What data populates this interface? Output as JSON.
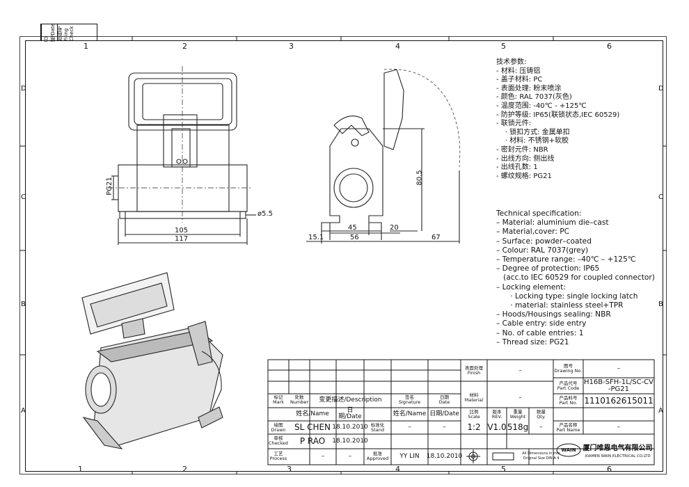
{
  "filing": {
    "date_label": "日期/Date",
    "filing_label": "存档号 Filing Check"
  },
  "grid_numbers": [
    "1",
    "2",
    "3",
    "4",
    "5",
    "6"
  ],
  "grid_letters": [
    "D",
    "C",
    "B",
    "A"
  ],
  "dims": {
    "pg21": "PG21",
    "d105": "105",
    "d117": "117",
    "d55": "ø5.5",
    "d45": "45",
    "d20": "20",
    "d151": "15.1",
    "d56": "56",
    "d67": "67",
    "d805": "80.5"
  },
  "spec_cn": "技术参数:\n- 材料: 压铸铝\n- 盖子材料: PC\n- 表面处理: 粉末喷涂\n- 颜色: RAL 7037(灰色)\n- 温度范围: -40℃ - +125℃\n- 防护等级: IP65(联锁状态,IEC 60529)\n- 联锁元件:\n    · 锁扣方式: 金属单扣\n    · 材料: 不锈钢+软胶\n- 密封元件: NBR\n- 出线方向: 侧出线\n- 出线孔数: 1\n- 螺纹规格: PG21",
  "spec_en": "Technical specification:\n– Material: aluminium die–cast\n– Material,cover: PC\n– Surface: powder–coated\n– Colour: RAL 7037(grey)\n– Temperature range: –40℃ – +125℃\n– Degree of protection: IP65\n   (acc.to IEC 60529 for coupled connector)\n– Locking element:\n      · Locking type: single locking latch\n      · material: stainless steel+TPR\n– Hoods/Housings sealing: NBR\n– Cable entry: side entry\n– No. of cable entries: 1\n– Thread size: PG21",
  "title_block": {
    "mark": "标记\nMark",
    "number": "处数\nNumber",
    "description": "变更描述/Description",
    "signature": "签名\nSignature",
    "date": "日期\nDate",
    "name_h": "姓名/Name",
    "date_h": "日期/Date",
    "sign_name_h": "姓名/Name",
    "sign_date_h": "日期/Date",
    "drawn": "绘图\nDrawn",
    "drawn_name": "SL CHEN",
    "drawn_date": "18.10.2010",
    "stand": "标准化\nStand",
    "stand_name": "–",
    "stand_date": "–",
    "checked": "审核\nChecked",
    "checked_name": "P RAO",
    "checked_date": "18.10.2010",
    "process": "工艺\nProcess",
    "process_name": "–",
    "process_date": "–",
    "approved": "批准\nApproved",
    "approved_name": "YY LIN",
    "approved_date": "18.10.2010",
    "finish_label": "表面处理\nFinish",
    "finish_val": "–",
    "material_label": "材料\nMaterial",
    "material_val": "–",
    "scale_label": "比例\nScale",
    "rev_label": "版本\nREV.",
    "weight_label": "重量\nWeight",
    "qty_label": "数量\nQty.",
    "scale_val": "1:2",
    "rev_val": "V1.0",
    "weight_val": "518g",
    "qty_val": "–",
    "dims_note": "All Dimensions in mm\nOriginal Size DIN A 4",
    "drawing_no_label": "图号\nDrawing No.",
    "drawing_no_val": "–",
    "part_code_label": "产品代号\nPart Code",
    "part_code_val": "H16B-SFH-1L/SC-CV\n-PG21",
    "part_no_label": "产品料号\nPart No.",
    "part_no_val": "1110162615011",
    "part_name_label": "产品名称\nPart Name",
    "part_name_val": "–",
    "company_cn": "厦门唯恩电气有限公司",
    "company_en": "XIAMEN WAIN ELECTRICAL CO.LTD",
    "logo": "WAIN"
  }
}
